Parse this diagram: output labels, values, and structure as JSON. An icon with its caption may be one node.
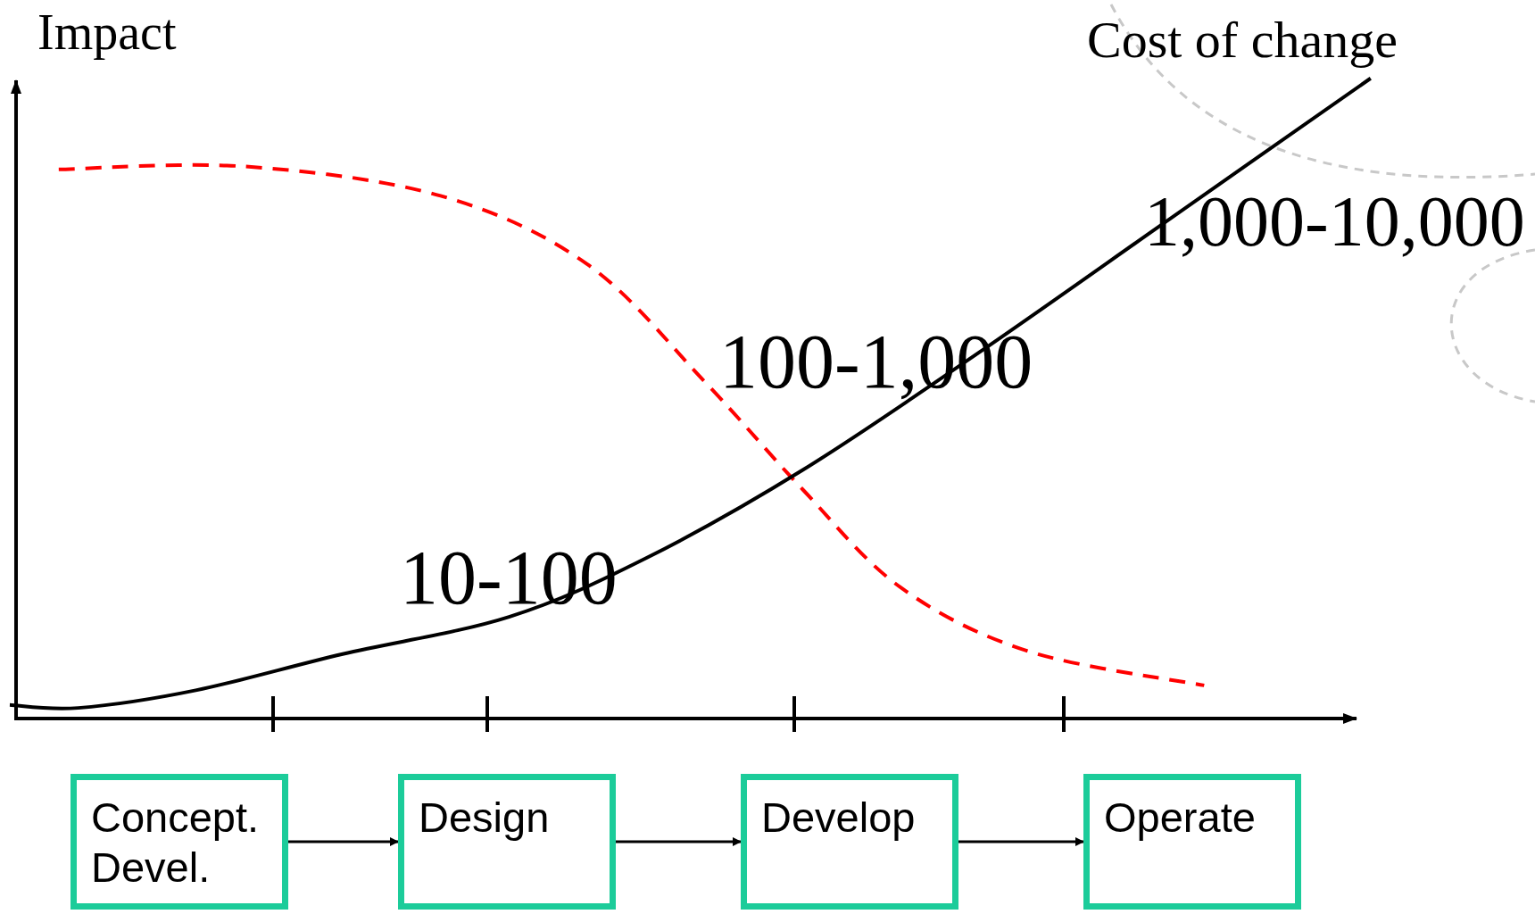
{
  "diagram": {
    "nodes": [
      {
        "text": [
          "Concept. Devel."
        ]
      },
      {
        "text": [
          "Design"
        ]
      },
      {
        "text": [
          "Develop"
        ]
      },
      {
        "text": [
          "Operate"
        ]
      }
    ],
    "edges": [
      {
        "from": 0,
        "to": 1,
        "arrow": "to"
      },
      {
        "from": 1,
        "to": 2,
        "arrow": "to"
      },
      {
        "from": 2,
        "to": 3,
        "arrow": "to"
      }
    ],
    "labels": [
      "Impact",
      "Cost of change",
      "1,000-10,000",
      "100-1,000",
      "10-100"
    ]
  }
}
